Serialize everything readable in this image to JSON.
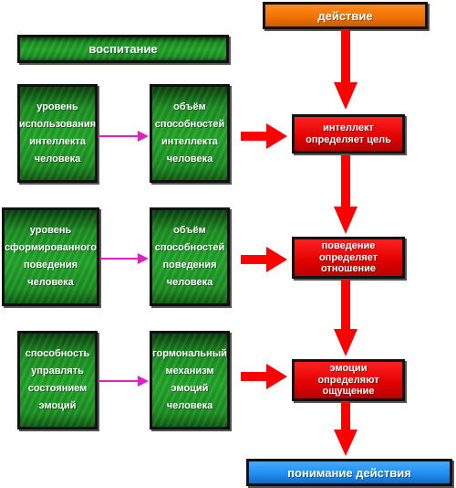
{
  "nodes": {
    "action": "действие",
    "upbringing": "воспитание",
    "row1_left": "уровень\nиспользования\nинтеллекта\nчеловека",
    "row1_mid": "объём\nспособностей\nинтеллекта\nчеловека",
    "row1_right": "интеллект\nопределяет цель",
    "row2_left": "уровень\nсформированного\nповедения\nчеловека",
    "row2_mid": "объём\nспособностей\nповедения\nчеловека",
    "row2_right": "поведение\nопределяет\nотношение",
    "row3_left": "способность\nуправлять\nсостоянием\nэмоций",
    "row3_mid": "гормональный\nмеханизм\nэмоций\nчеловека",
    "row3_right": "эмоции\nопределяют\nощущение",
    "understanding": "понимание действия"
  },
  "colors": {
    "green": "#23a52a",
    "red": "#e00000",
    "orange": "#f07000",
    "blue": "#1e8cf0",
    "magenta_arrow": "#e020c0",
    "red_arrow": "#ff0000"
  }
}
